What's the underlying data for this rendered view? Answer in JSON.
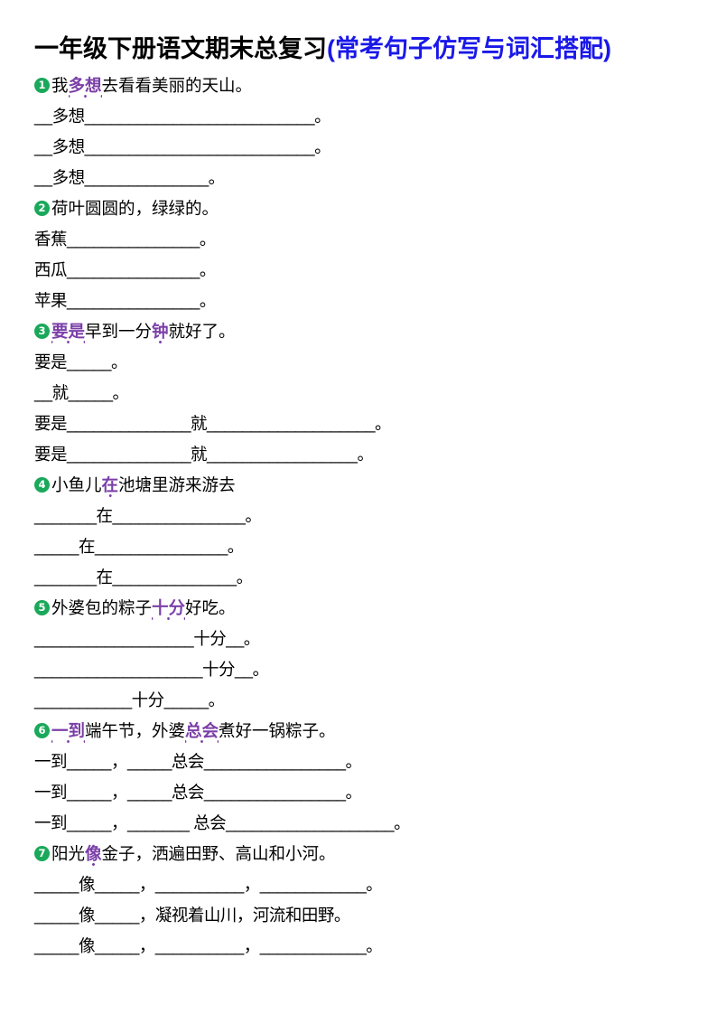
{
  "document": {
    "title_main": "一年级下册语文期末总复习",
    "title_sub": "(常考句子仿写与词汇搭配)",
    "accent_colors": {
      "title_sub_blue": "#1a18e8",
      "badge_green": "#1aa85a",
      "emphasis_purple": "#7b3fa8",
      "body_black": "#000000",
      "page_background": "#ffffff"
    }
  },
  "questions": [
    {
      "number": "❶",
      "prompt_parts": [
        {
          "text": "我",
          "style": "plain"
        },
        {
          "text": "多想",
          "style": "emphasis"
        },
        {
          "text": "去看看美丽的天山。",
          "style": "plain"
        }
      ],
      "prompt_plain": "我多想去看看美丽的天山。",
      "answer_lines": [
        "__多想__________________________。",
        "__多想__________________________。",
        "__多想______________。"
      ]
    },
    {
      "number": "❷",
      "prompt_parts": [
        {
          "text": "荷叶圆圆的，绿绿的。",
          "style": "plain"
        }
      ],
      "prompt_plain": "荷叶圆圆的，绿绿的。",
      "answer_lines": [
        "香蕉_______________。",
        "西瓜_______________。",
        "苹果_______________。"
      ]
    },
    {
      "number": "❸",
      "prompt_parts": [
        {
          "text": "要是",
          "style": "emphasis"
        },
        {
          "text": "早到一分",
          "style": "plain"
        },
        {
          "text": "钟",
          "style": "emphasis"
        },
        {
          "text": "就好了。",
          "style": "plain"
        }
      ],
      "prompt_plain": "要是早到一分钟就好了。",
      "answer_lines": [
        "要是_____。",
        "__就_____。",
        "要是______________就___________________。",
        "要是______________就_________________。"
      ]
    },
    {
      "number": "❹",
      "prompt_parts": [
        {
          "text": "小鱼儿",
          "style": "plain"
        },
        {
          "text": "在",
          "style": "emphasis"
        },
        {
          "text": "池塘里游来游去",
          "style": "plain"
        }
      ],
      "prompt_plain": "小鱼儿在池塘里游来游去",
      "answer_lines": [
        "_______在_______________。",
        "_____在_______________。",
        "_______在______________。"
      ]
    },
    {
      "number": "❺",
      "prompt_parts": [
        {
          "text": "外婆包的粽子",
          "style": "plain"
        },
        {
          "text": "十分",
          "style": "emphasis"
        },
        {
          "text": "好吃。",
          "style": "plain"
        }
      ],
      "prompt_plain": "外婆包的粽子十分好吃。",
      "answer_lines": [
        "__________________十分__。",
        "___________________十分__。",
        "___________十分_____。"
      ]
    },
    {
      "number": "❻",
      "prompt_parts": [
        {
          "text": "一到",
          "style": "emphasis"
        },
        {
          "text": "端午节，外婆",
          "style": "plain"
        },
        {
          "text": "总会",
          "style": "emphasis"
        },
        {
          "text": "煮好一锅粽子。",
          "style": "plain"
        }
      ],
      "prompt_plain": "一到端午节，外婆总会煮好一锅粽子。",
      "answer_lines": [
        "一到_____，_____总会________________。",
        "一到_____，_____总会________________。",
        "一到_____，_______ 总会___________________。"
      ]
    },
    {
      "number": "❼",
      "prompt_parts": [
        {
          "text": "阳光",
          "style": "plain"
        },
        {
          "text": "像",
          "style": "emphasis"
        },
        {
          "text": "金子，洒遍田野、高山和小河。",
          "style": "plain"
        }
      ],
      "prompt_plain": "阳光像金子，洒遍田野、高山和小河。",
      "answer_lines": [
        "_____像_____，__________，____________。",
        "_____像_____，凝视着山川，河流和田野。",
        "_____像_____，__________，____________。"
      ]
    }
  ]
}
